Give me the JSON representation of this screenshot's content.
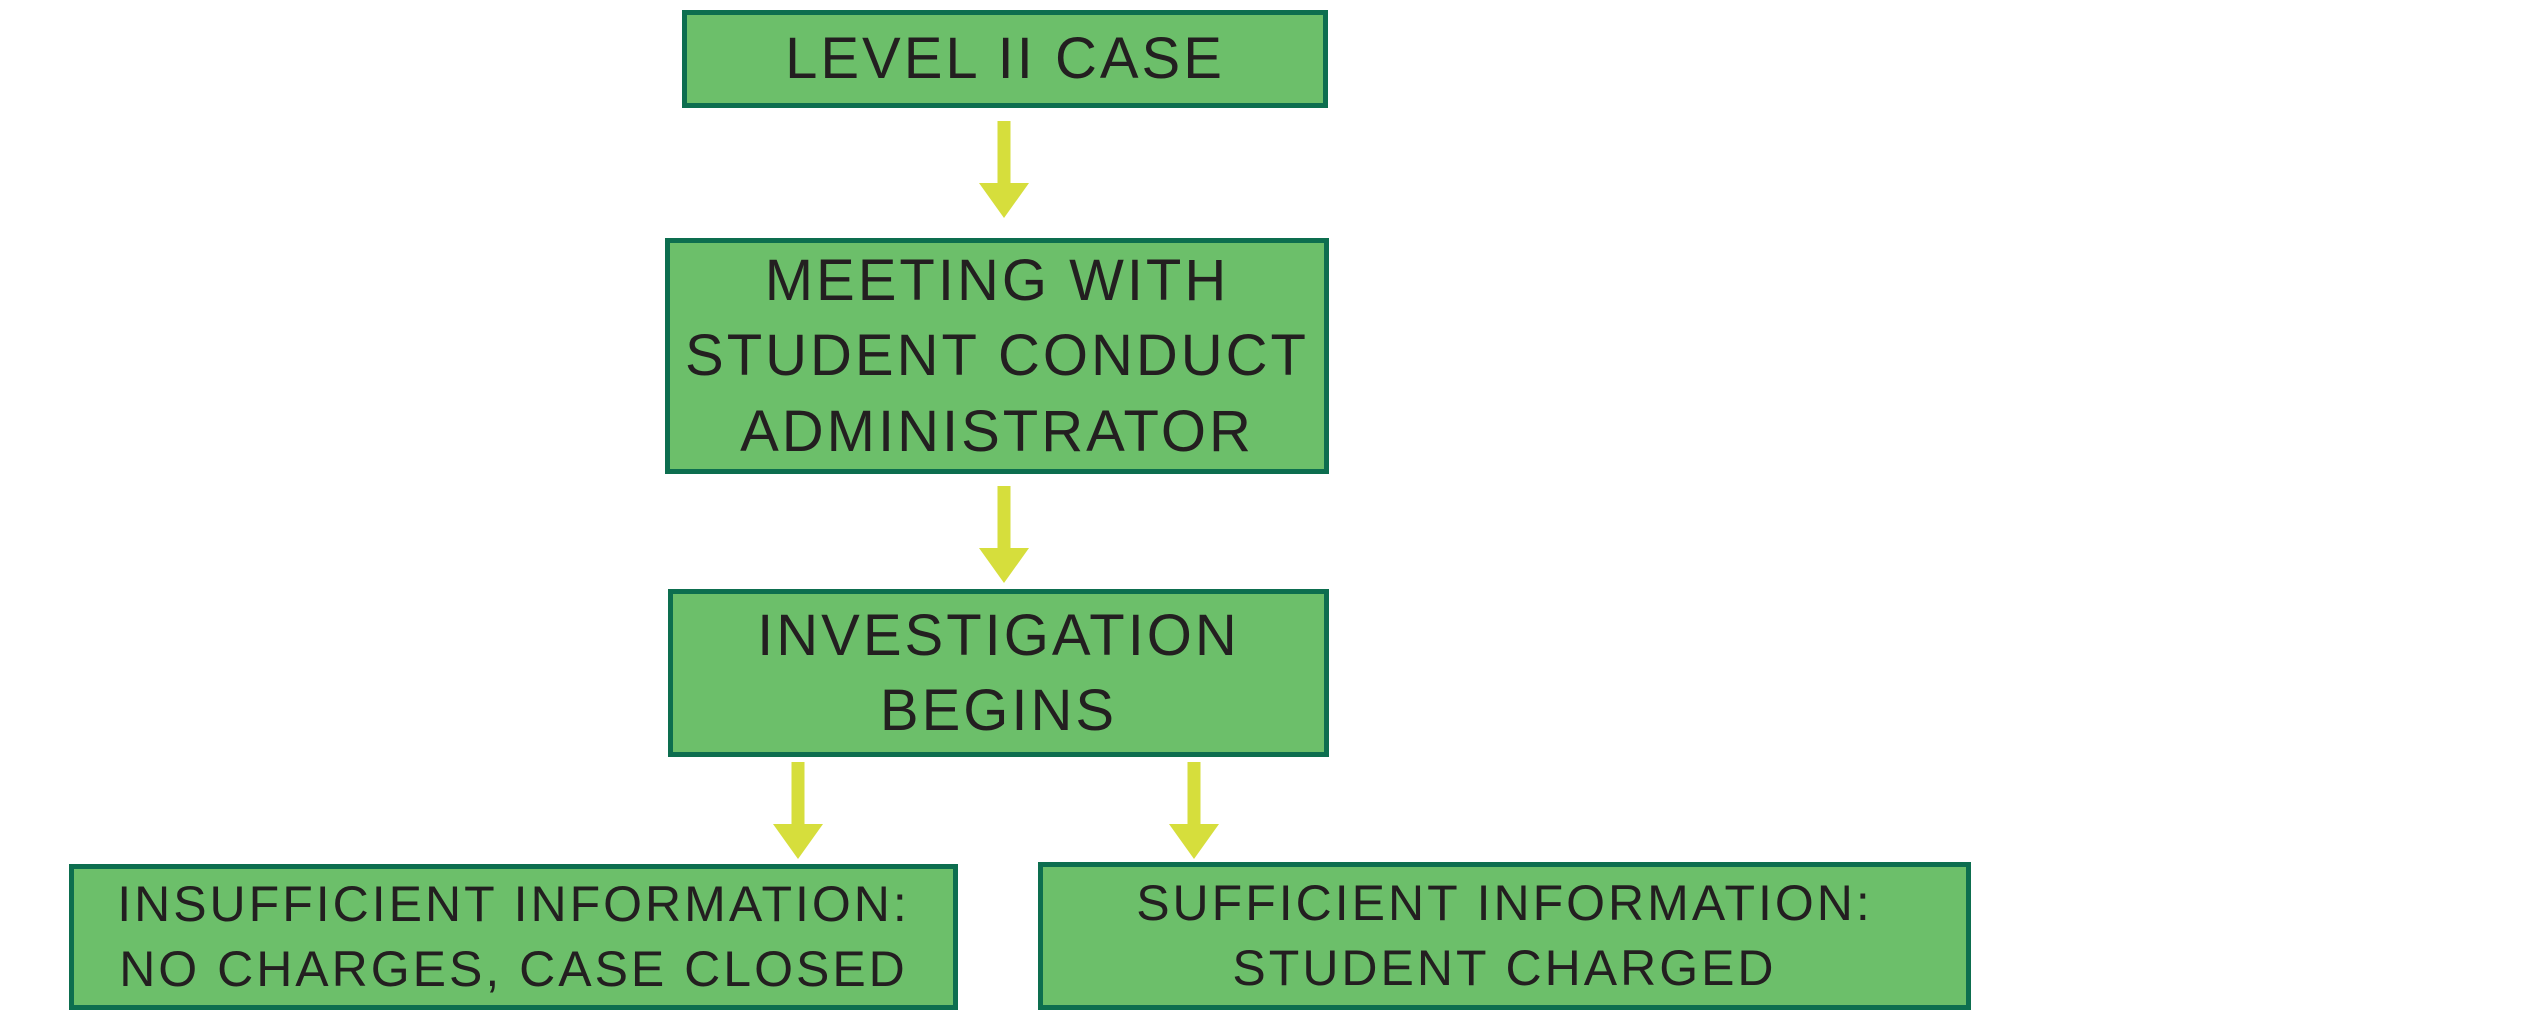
{
  "diagram": {
    "type": "flowchart",
    "title": "Level II Case student conduct process",
    "colors": {
      "background": "#ffffff",
      "node_fill": "#6cbf6a",
      "node_border": "#0d6e4f",
      "arrow": "#d6de3c",
      "text": "#231f20"
    },
    "nodes": [
      {
        "id": "level-ii-case",
        "label": "LEVEL II CASE"
      },
      {
        "id": "meeting-with-student-conduct-administrator",
        "label": "MEETING WITH\nSTUDENT CONDUCT\nADMINISTRATOR"
      },
      {
        "id": "investigation-begins",
        "label": "INVESTIGATION\nBEGINS"
      },
      {
        "id": "insufficient-information-no-charges-case-closed",
        "label": "INSUFFICIENT INFORMATION:\nNO CHARGES, CASE CLOSED"
      },
      {
        "id": "sufficient-information-student-charged",
        "label": "SUFFICIENT INFORMATION:\nSTUDENT CHARGED"
      }
    ],
    "edges": [
      {
        "from": "level-ii-case",
        "to": "meeting-with-student-conduct-administrator"
      },
      {
        "from": "meeting-with-student-conduct-administrator",
        "to": "investigation-begins"
      },
      {
        "from": "investigation-begins",
        "to": "insufficient-information-no-charges-case-closed"
      },
      {
        "from": "investigation-begins",
        "to": "sufficient-information-student-charged"
      }
    ]
  }
}
